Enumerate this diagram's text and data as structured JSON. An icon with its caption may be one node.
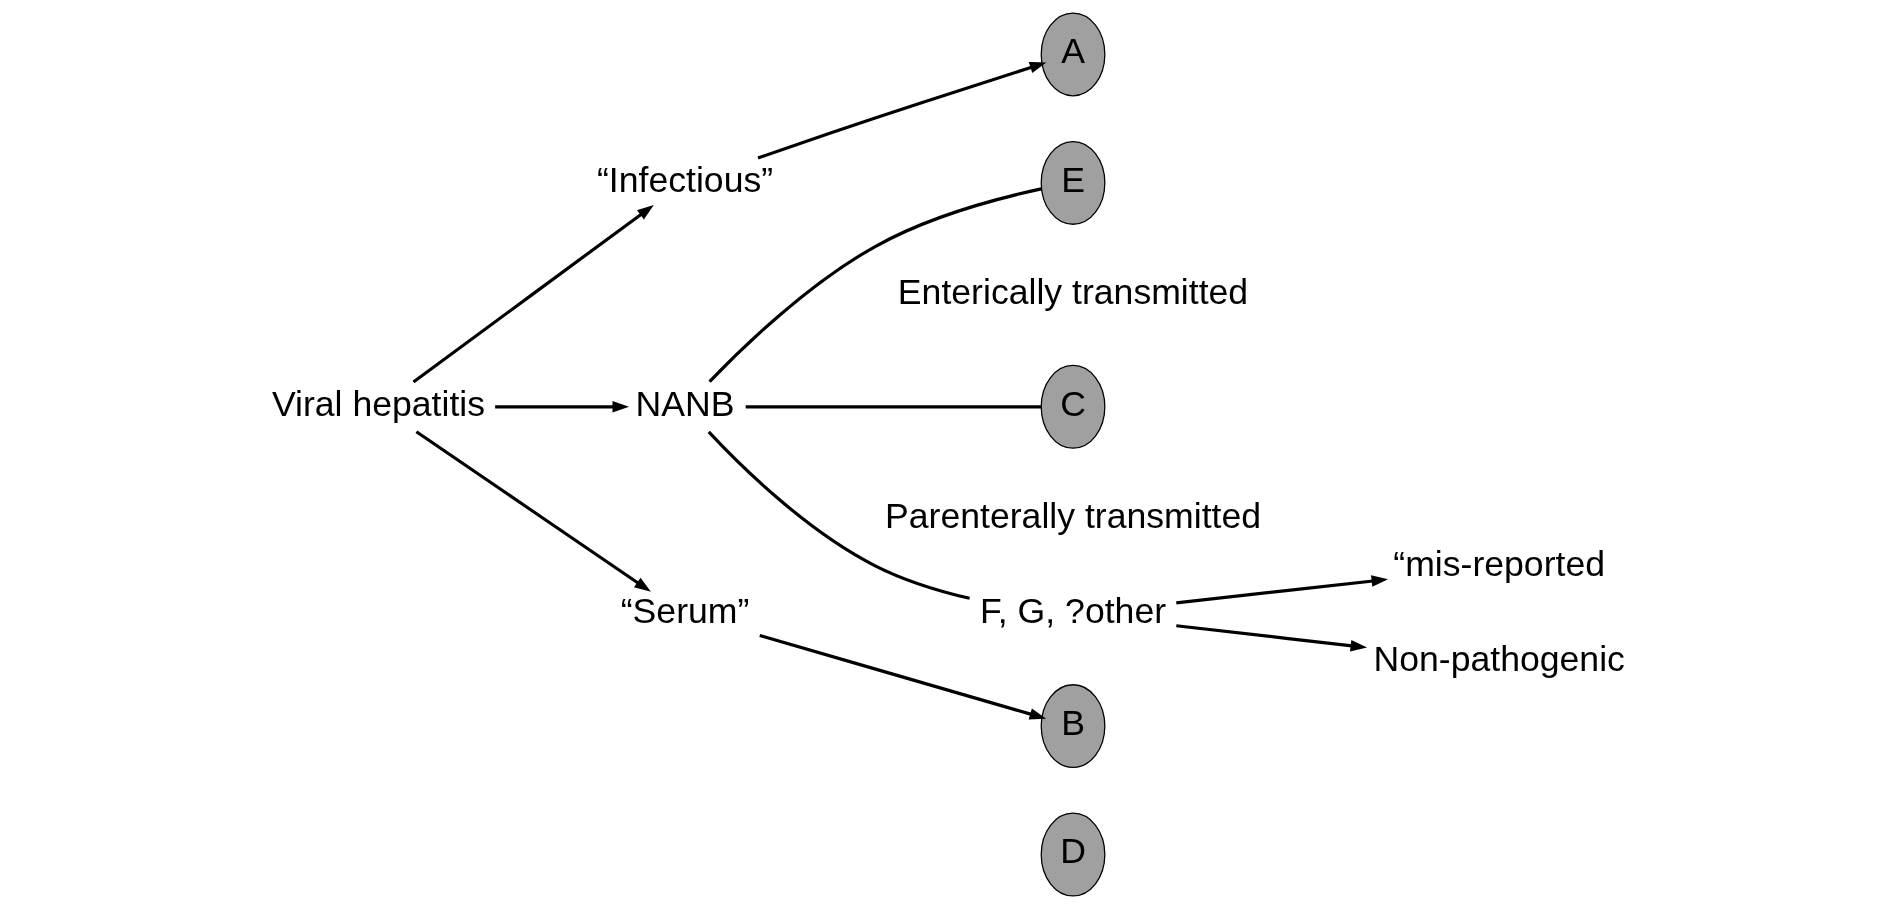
{
  "diagram": {
    "nodes": [
      {
        "text": [
          "Viral hepatitis"
        ]
      },
      {
        "text": [
          "“Infectious”"
        ]
      },
      {
        "text": [
          "A"
        ]
      },
      {
        "text": [
          "NANB"
        ]
      },
      {
        "text": [
          "E"
        ],
        "beside": [
          "Enterically transmitted"
        ]
      },
      {
        "text": [
          "“Serum”"
        ]
      },
      {
        "text": [
          "B"
        ]
      },
      {
        "text": [
          "D"
        ]
      },
      {
        "text": [
          "C"
        ],
        "beside": [
          "Parenterally transmitted"
        ]
      },
      {
        "text": [
          "F, G, ?other"
        ]
      },
      {
        "text": [
          "“mis-reported"
        ]
      },
      {
        "text": [
          "Non-pathogenic"
        ]
      }
    ],
    "edges": [
      {
        "from": 0,
        "to": 1,
        "arrow": "to"
      },
      {
        "from": 0,
        "to": 3,
        "arrow": "to"
      },
      {
        "from": 0,
        "to": 5,
        "arrow": "to"
      },
      {
        "from": 1,
        "to": 2,
        "arrow": "to"
      },
      {
        "from": 5,
        "to": 6,
        "arrow": "to"
      },
      {
        "from": 3,
        "to": 4,
        "arrow": "none"
      },
      {
        "from": 3,
        "to": 8,
        "arrow": "none"
      },
      {
        "from": 3,
        "to": 9,
        "arrow": "none"
      },
      {
        "from": 9,
        "to": 10,
        "arrow": "to"
      },
      {
        "from": 9,
        "to": 11,
        "arrow": "to"
      }
    ]
  }
}
